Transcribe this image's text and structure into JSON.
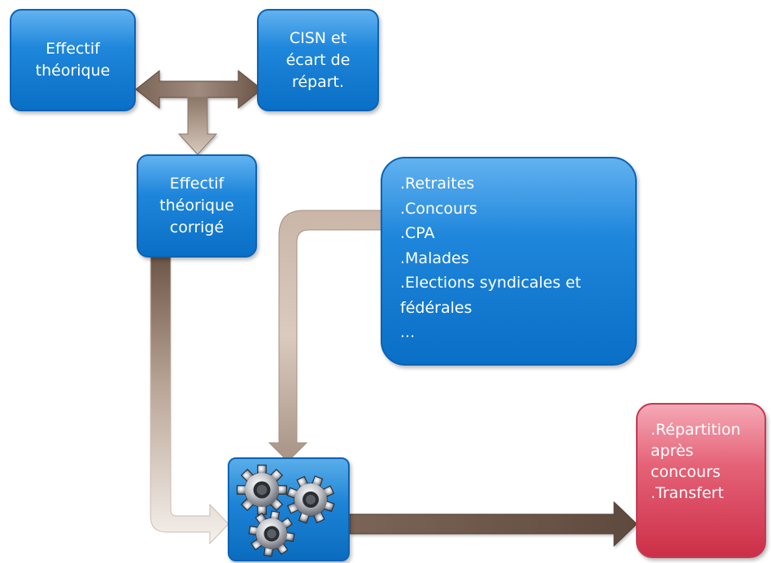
{
  "nodes": {
    "effectif_theorique": {
      "lines": [
        "Effectif",
        "théorique"
      ]
    },
    "cisn": {
      "lines": [
        "CISN et",
        "écart de",
        "répart."
      ]
    },
    "effectif_corrige": {
      "lines": [
        "Effectif",
        "théorique",
        "corrigé"
      ]
    },
    "ajustements": {
      "lines": [
        ".Retraites",
        ".Concours",
        ".CPA",
        ".Malades",
        ".Elections syndicales et",
        "fédérales",
        "..."
      ]
    },
    "resultat": {
      "lines": [
        ".Répartition",
        "après",
        "concours",
        ".Transfert"
      ]
    }
  },
  "icons": {
    "processing": "gears-icon"
  },
  "colors": {
    "box_blue": "#1e86db",
    "box_red": "#e56277",
    "arrow_dark": "#6f5a4d",
    "arrow_light": "#e9dcd2"
  }
}
